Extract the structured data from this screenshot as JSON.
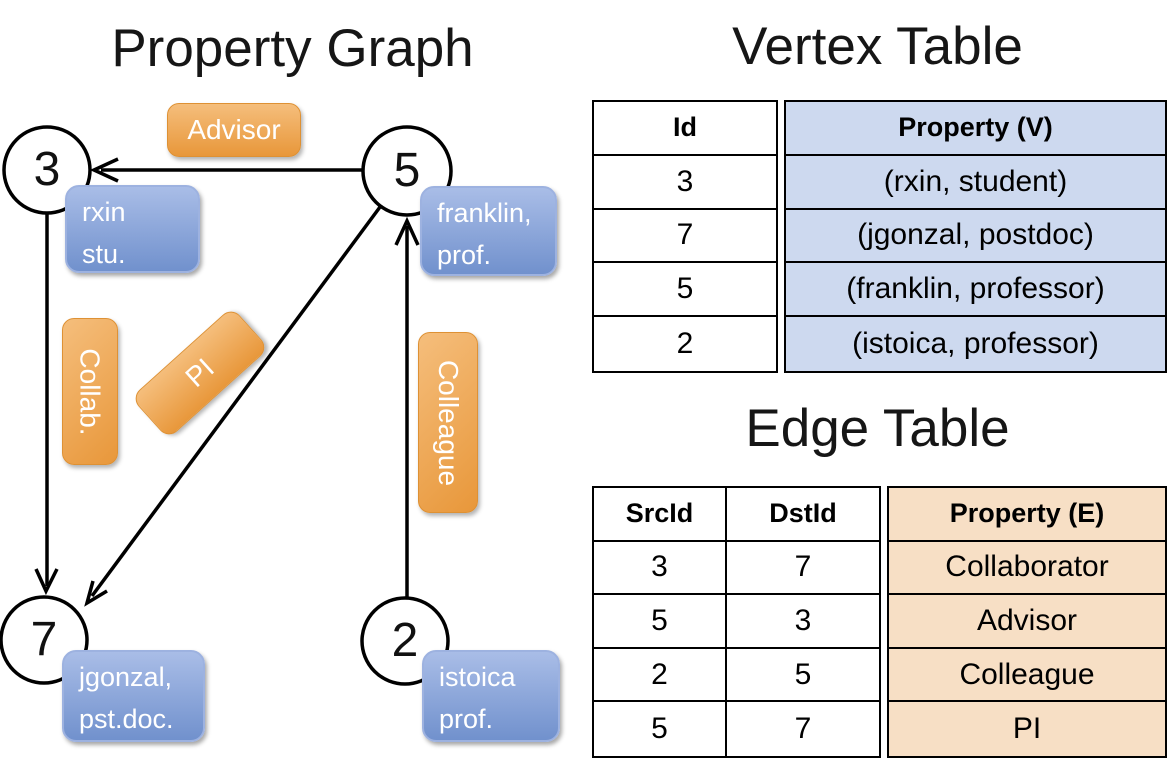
{
  "titles": {
    "graph": "Property Graph",
    "vertex_table": "Vertex Table",
    "edge_table": "Edge Table"
  },
  "graph": {
    "nodes": [
      {
        "id": "3",
        "prop_line1": "rxin",
        "prop_line2": "stu."
      },
      {
        "id": "5",
        "prop_line1": "franklin,",
        "prop_line2": "prof."
      },
      {
        "id": "7",
        "prop_line1": "jgonzal,",
        "prop_line2": "pst.doc."
      },
      {
        "id": "2",
        "prop_line1": "istoica",
        "prop_line2": "prof."
      }
    ],
    "edges": [
      {
        "src": "5",
        "dst": "3",
        "label": "Advisor"
      },
      {
        "src": "3",
        "dst": "7",
        "label": "Collab."
      },
      {
        "src": "5",
        "dst": "7",
        "label": "PI"
      },
      {
        "src": "2",
        "dst": "5",
        "label": "Colleague"
      }
    ]
  },
  "vertex_table": {
    "columns": {
      "id": "Id",
      "property": "Property (V)"
    },
    "rows": [
      {
        "id": "3",
        "property": "(rxin, student)"
      },
      {
        "id": "7",
        "property": "(jgonzal, postdoc)"
      },
      {
        "id": "5",
        "property": "(franklin, professor)"
      },
      {
        "id": "2",
        "property": "(istoica, professor)"
      }
    ]
  },
  "edge_table": {
    "columns": {
      "src": "SrcId",
      "dst": "DstId",
      "property": "Property (E)"
    },
    "rows": [
      {
        "src": "3",
        "dst": "7",
        "property": "Collaborator"
      },
      {
        "src": "5",
        "dst": "3",
        "property": "Advisor"
      },
      {
        "src": "2",
        "dst": "5",
        "property": "Colleague"
      },
      {
        "src": "5",
        "dst": "7",
        "property": "PI"
      }
    ]
  },
  "colors": {
    "edge_label_orange_light": "#f5be7c",
    "edge_label_orange_dark": "#e8973a",
    "vertex_box_blue_light": "#a9bde7",
    "vertex_box_blue_dark": "#7191cd",
    "vertex_property_column_bg": "#cdd9ef",
    "edge_property_column_bg": "#f7dfc5",
    "line_color": "#000000"
  }
}
